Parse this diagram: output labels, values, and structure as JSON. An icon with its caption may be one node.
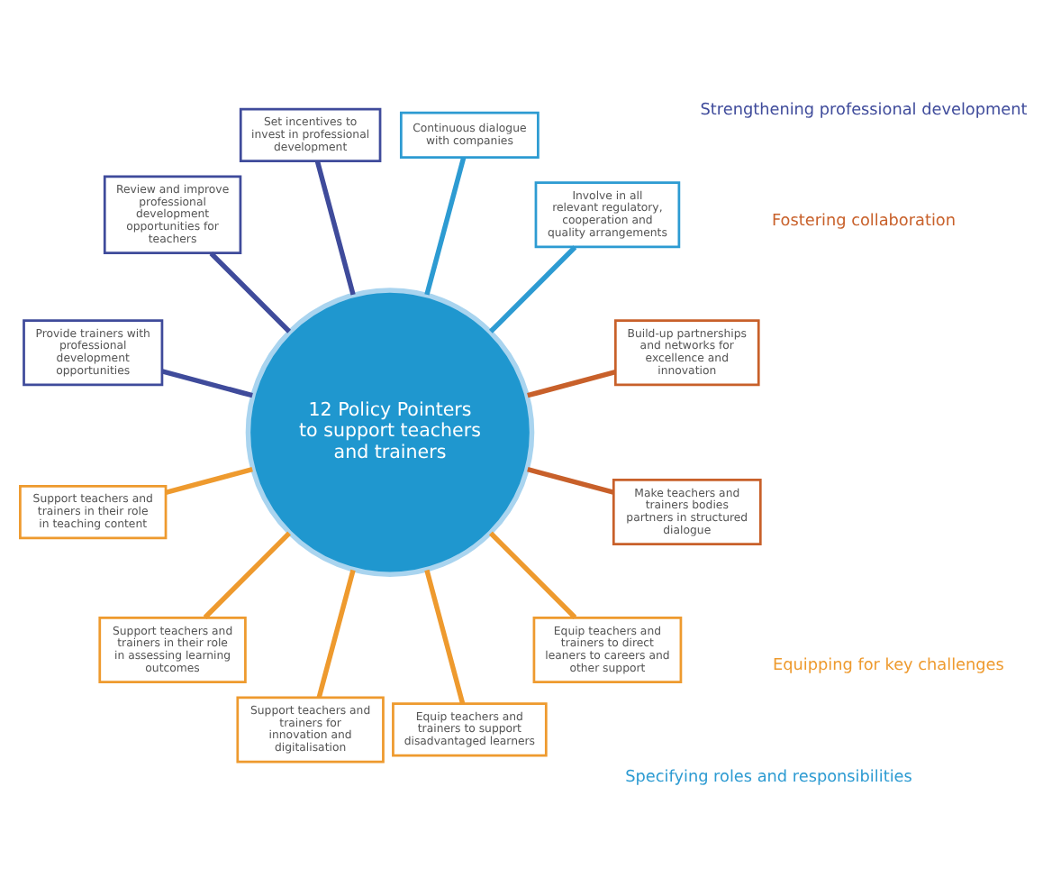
{
  "diagram": {
    "nodes": [
      {
        "text": [
          "12 Policy Pointers to support teachers and trainers"
        ]
      },
      {
        "text": [
          "Build-up partnerships and networks for excellence and innovation"
        ]
      },
      {
        "text": [
          "Involve in all relevant regulatory, cooperation and quality arrangements"
        ]
      },
      {
        "text": [
          "Continuous dialogue with companies"
        ]
      },
      {
        "text": [
          "Set incentives to invest in professional development"
        ]
      },
      {
        "text": [
          "Review and improve professional development opportunities for teachers"
        ]
      },
      {
        "text": [
          "Provide trainers with professional development opportunities"
        ]
      },
      {
        "text": [
          "Support teachers and trainers in their role in teaching content"
        ]
      },
      {
        "text": [
          "Support teachers and trainers in their role in assessing learning outcomes"
        ]
      },
      {
        "text": [
          "Support teachers and trainers for innovation and digitalisation"
        ]
      },
      {
        "text": [
          "Equip teachers and trainers to support disadvantaged learners"
        ]
      },
      {
        "text": [
          "Equip teachers and trainers to direct leaners to careers and other support"
        ]
      },
      {
        "text": [
          "Make teachers and trainers bodies partners in structured dialogue"
        ]
      }
    ],
    "edges": [
      {
        "from": 0,
        "to": 1,
        "arrow": "none",
        "color": "#c8602a"
      },
      {
        "from": 0,
        "to": 2,
        "arrow": "none",
        "color": "#2d9bd2"
      },
      {
        "from": 0,
        "to": 3,
        "arrow": "none",
        "color": "#2d9bd2"
      },
      {
        "from": 0,
        "to": 4,
        "arrow": "none",
        "color": "#3f4b9b"
      },
      {
        "from": 0,
        "to": 5,
        "arrow": "none",
        "color": "#3f4b9b"
      },
      {
        "from": 0,
        "to": 6,
        "arrow": "none",
        "color": "#3f4b9b"
      },
      {
        "from": 0,
        "to": 7,
        "arrow": "none"
      },
      {
        "from": 0,
        "to": 8,
        "arrow": "none"
      },
      {
        "from": 0,
        "to": 9,
        "arrow": "none"
      },
      {
        "from": 0,
        "to": 10,
        "arrow": "none"
      },
      {
        "from": 0,
        "to": 11,
        "arrow": "none"
      },
      {
        "from": 0,
        "to": 12,
        "arrow": "none",
        "color": "#c8602a"
      }
    ],
    "labels": [
      "Fostering collaboration",
      "Specifying roles and responsibilities",
      "Strengthening professional development",
      "Equipping for key challenges"
    ]
  }
}
